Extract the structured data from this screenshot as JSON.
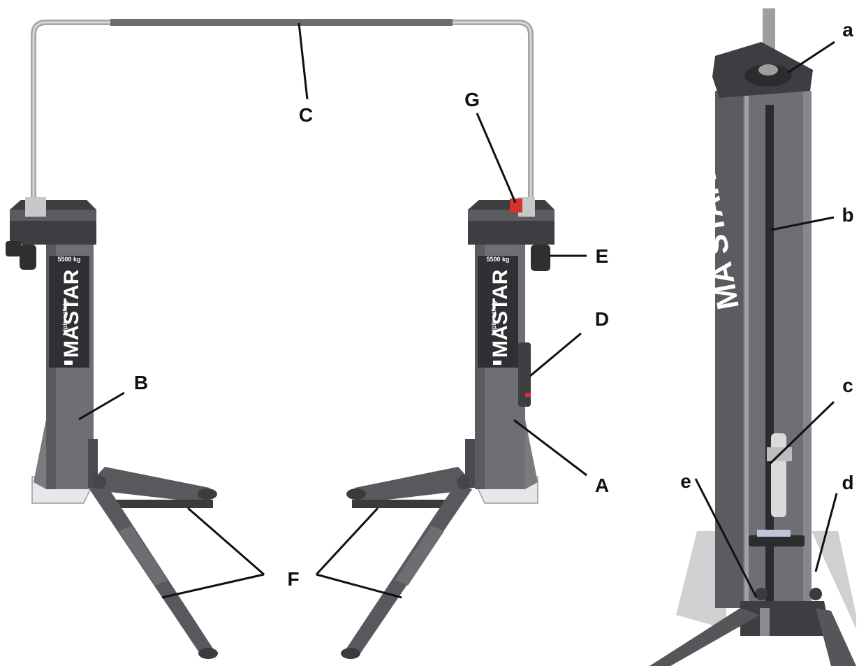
{
  "figure": {
    "left_view": {
      "callouts": {
        "A": "A",
        "B": "B",
        "C": "C",
        "D": "D",
        "E": "E",
        "F": "F",
        "G": "G"
      },
      "column_plate": {
        "capacity": "5500 kg",
        "brand_part1": "MA",
        "brand_part2": "STAR",
        "tagline": "triple safety"
      }
    },
    "right_view": {
      "callouts": {
        "a": "a",
        "b": "b",
        "c": "c",
        "d": "d",
        "e": "e"
      },
      "column_brand": "MA STAR"
    }
  },
  "colors": {
    "column": "#6e6f72",
    "column_dark": "#4a4b4e",
    "arm": "#58595c",
    "pad": "#3a3b3d",
    "plate": "#e6e7e8",
    "cable": "#8f9193",
    "safety_red": "#d8322f",
    "label_text": "#111111"
  }
}
